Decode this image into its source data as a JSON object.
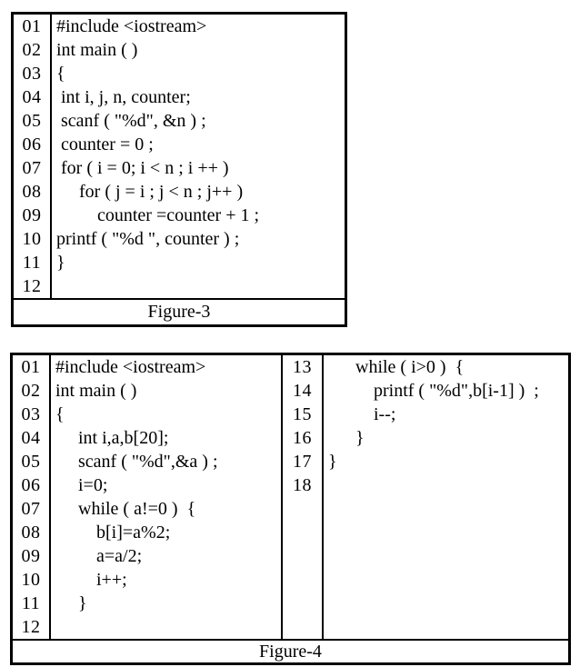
{
  "colors": {
    "background": "#ffffff",
    "text": "#000000",
    "border": "#000000"
  },
  "fig3": {
    "caption": "Figure-3",
    "line_numbers": [
      "01",
      "02",
      "03",
      "04",
      "05",
      "06",
      "07",
      "08",
      "09",
      "10",
      "11",
      "12"
    ],
    "code": [
      "#include <iostream>",
      "int main ( )",
      "{",
      " int i, j, n, counter;",
      " scanf ( \"%d\", &n ) ;",
      " counter = 0 ;",
      " for ( i = 0; i < n ; i ++ )",
      "     for ( j = i ; j < n ; j++ )",
      "         counter =counter + 1 ;",
      "printf ( \"%d \", counter ) ;",
      "}",
      ""
    ]
  },
  "fig4": {
    "caption": "Figure-4",
    "left_line_numbers": [
      "01",
      "02",
      "03",
      "04",
      "05",
      "06",
      "07",
      "08",
      "09",
      "10",
      "11",
      "12"
    ],
    "left_code": [
      "#include <iostream>",
      "int main ( )",
      "{",
      "     int i,a,b[20];",
      "     scanf ( \"%d\",&a ) ;",
      "     i=0;",
      "     while ( a!=0 )  {",
      "         b[i]=a%2;",
      "         a=a/2;",
      "         i++;",
      "     }",
      ""
    ],
    "right_line_numbers": [
      "13",
      "14",
      "15",
      "16",
      "17",
      "18",
      "",
      "",
      "",
      "",
      "",
      ""
    ],
    "right_code": [
      "      while ( i>0 )  {",
      "          printf ( \"%d\",b[i-1] )  ;",
      "          i--;",
      "      }",
      "}",
      "",
      "",
      "",
      "",
      "",
      "",
      ""
    ]
  }
}
